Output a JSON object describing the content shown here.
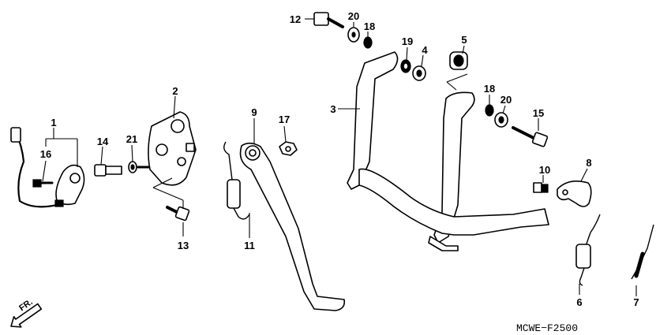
{
  "callouts": {
    "c1": "1",
    "c2": "2",
    "c3": "3",
    "c4": "4",
    "c5": "5",
    "c6": "6",
    "c7": "7",
    "c8": "8",
    "c9": "9",
    "c10": "10",
    "c11": "11",
    "c12": "12",
    "c13": "13",
    "c14": "14",
    "c15": "15",
    "c16": "16",
    "c17": "17",
    "c18a": "18",
    "c18b": "18",
    "c19": "19",
    "c20a": "20",
    "c20b": "20",
    "c21": "21"
  },
  "direction_marker": "FR.",
  "diagram_code": "MCWE−F2500"
}
